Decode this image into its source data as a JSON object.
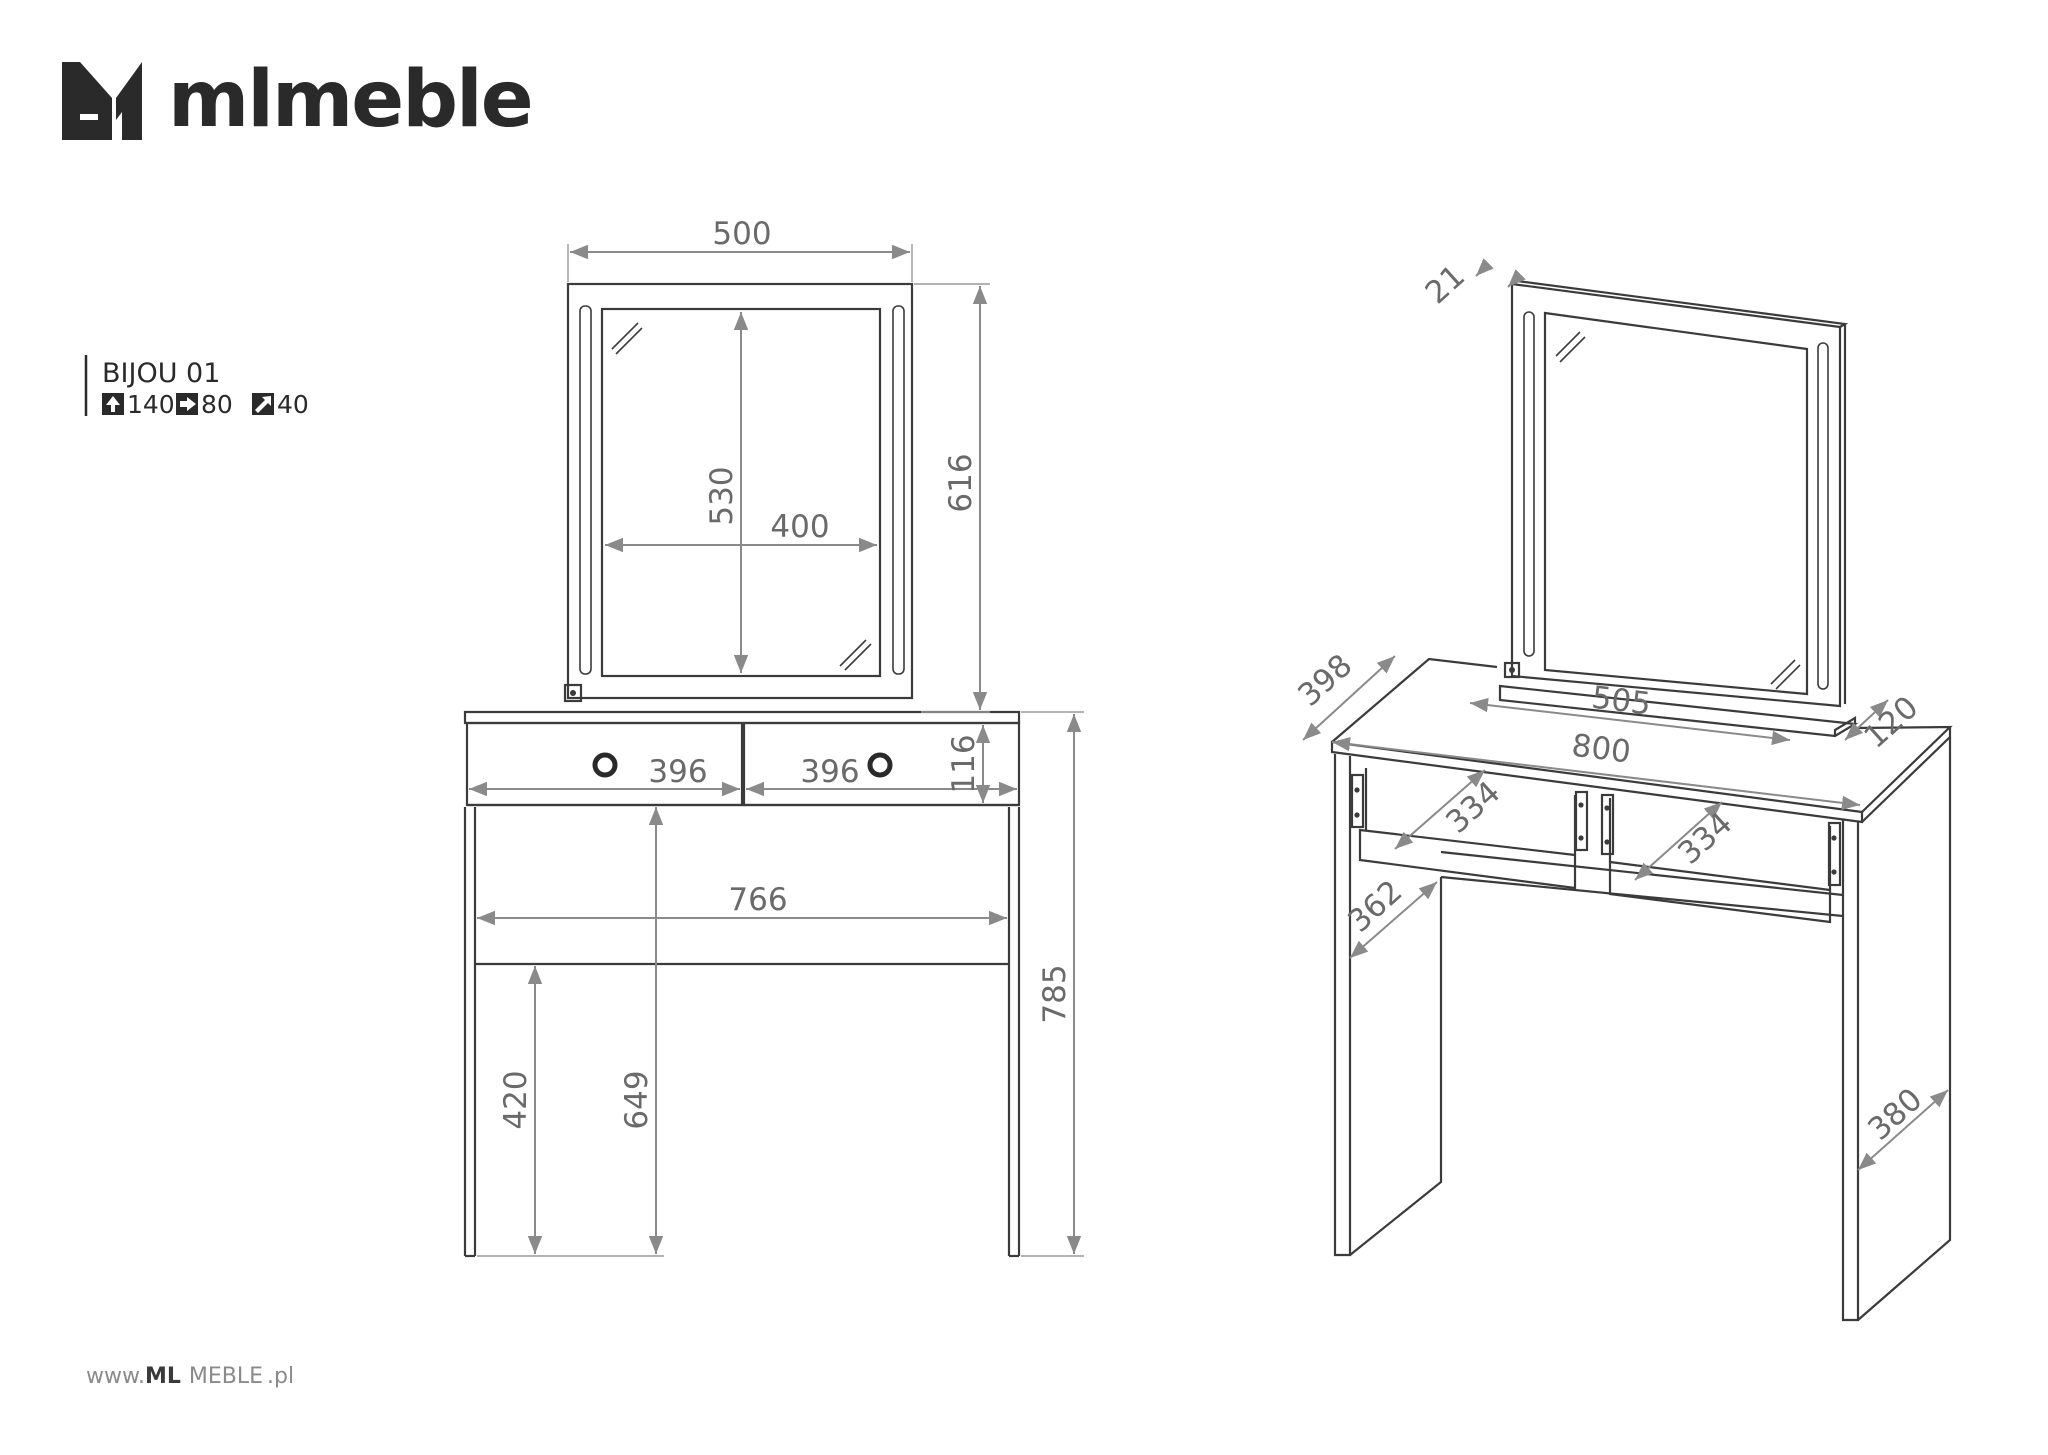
{
  "brand": {
    "name": "mlmeble"
  },
  "product": {
    "name": "BIJOU 01",
    "packaging": {
      "height": "140",
      "width": "80",
      "depth": "40"
    }
  },
  "front_view": {
    "dimensions": {
      "mirror_outer_width": "500",
      "mirror_glass_height": "530",
      "mirror_glass_width": "400",
      "mirror_total_height": "616",
      "drawer_left_width": "396",
      "drawer_right_width": "396",
      "drawer_height": "116",
      "inner_width": "766",
      "total_height": "785",
      "leg_height": "420",
      "under_drawer_height": "649"
    }
  },
  "perspective_view": {
    "dimensions": {
      "mirror_thickness": "21",
      "top_depth": "398",
      "mirror_base_width": "505",
      "mirror_base_depth": "120",
      "top_width": "800",
      "drawer_left_depth": "334",
      "drawer_right_depth": "334",
      "side_depth": "362",
      "side_depth_right": "380"
    }
  },
  "footer": {
    "prefix": "www.",
    "bold": "ML",
    "middle": "MEBLE",
    "suffix": ".pl"
  }
}
